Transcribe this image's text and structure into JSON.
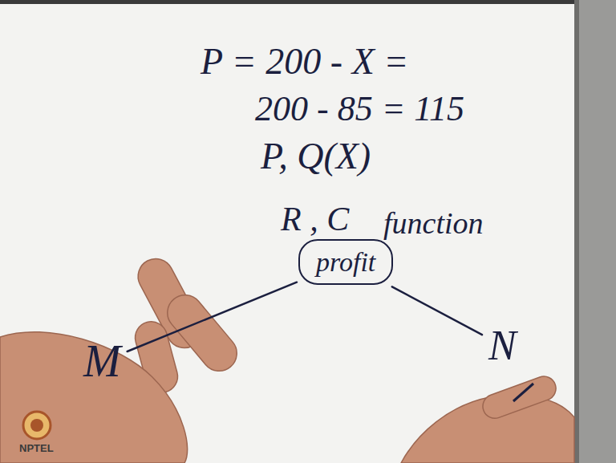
{
  "diagram": {
    "nodes": [
      {
        "text": [
          "profit"
        ]
      },
      {
        "text": [
          "M"
        ]
      },
      {
        "text": [
          "N"
        ]
      }
    ],
    "edges": [
      {
        "from": 0,
        "to": 1,
        "arrow": "none"
      },
      {
        "from": 0,
        "to": 2,
        "arrow": "none"
      }
    ],
    "labels": [
      "P = 200 - X =",
      "200 - 85 = 115",
      "P, Q(X)",
      "R , C",
      "function",
      "NPTEL"
    ]
  }
}
